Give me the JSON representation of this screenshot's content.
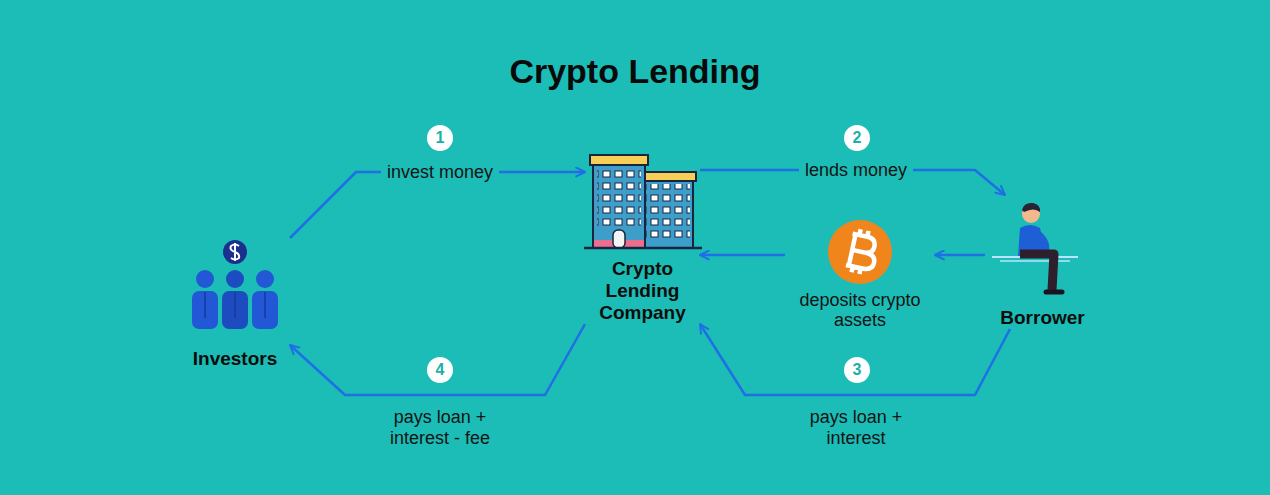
{
  "diagram": {
    "title": "Crypto Lending",
    "nodes": [
      {
        "text": [
          "Investors"
        ]
      },
      {
        "text": [
          "Crypto Lending Company"
        ]
      },
      {
        "text": [
          "deposits crypto assets"
        ]
      },
      {
        "text": [
          "Borrower"
        ]
      }
    ],
    "edges": [
      {
        "from": 0,
        "to": 1,
        "label": "invest money",
        "arrow": "to"
      },
      {
        "from": 1,
        "to": 3,
        "label": "lends money",
        "arrow": "to"
      },
      {
        "from": 3,
        "to": 2,
        "arrow": "to"
      },
      {
        "from": 2,
        "to": 1,
        "arrow": "to"
      },
      {
        "from": 3,
        "to": 1,
        "label": "pays loan + interest",
        "arrow": "to"
      },
      {
        "from": 1,
        "to": 0,
        "label": "pays loan + interest - fee",
        "arrow": "to"
      }
    ],
    "labels": [
      "1",
      "2",
      "3",
      "4"
    ]
  }
}
